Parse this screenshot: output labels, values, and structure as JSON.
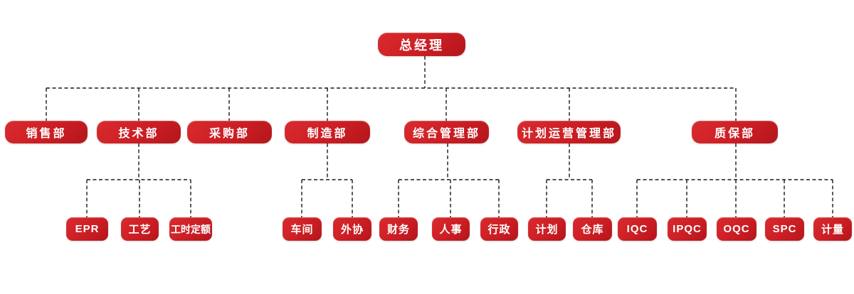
{
  "org_chart": {
    "root": {
      "label": "总经理"
    },
    "departments": [
      {
        "label": "销售部",
        "children": []
      },
      {
        "label": "技术部",
        "children": [
          {
            "label": "EPR"
          },
          {
            "label": "工艺"
          },
          {
            "label": "工时定额"
          }
        ]
      },
      {
        "label": "采购部",
        "children": []
      },
      {
        "label": "制造部",
        "children": [
          {
            "label": "车间"
          },
          {
            "label": "外协"
          }
        ]
      },
      {
        "label": "综合管理部",
        "children": [
          {
            "label": "财务"
          },
          {
            "label": "人事"
          },
          {
            "label": "行政"
          }
        ]
      },
      {
        "label": "计划运营管理部",
        "children": [
          {
            "label": "计划"
          },
          {
            "label": "仓库"
          }
        ]
      },
      {
        "label": "质保部",
        "children": [
          {
            "label": "IQC"
          },
          {
            "label": "IPQC"
          },
          {
            "label": "OQC"
          },
          {
            "label": "SPC"
          },
          {
            "label": "计量"
          }
        ]
      }
    ],
    "colors": {
      "node_fill": "#cb1e24",
      "node_fill_dark": "#b4161c",
      "node_text": "#ffffff",
      "connector": "#1a1a1a",
      "background": "#ffffff"
    }
  }
}
